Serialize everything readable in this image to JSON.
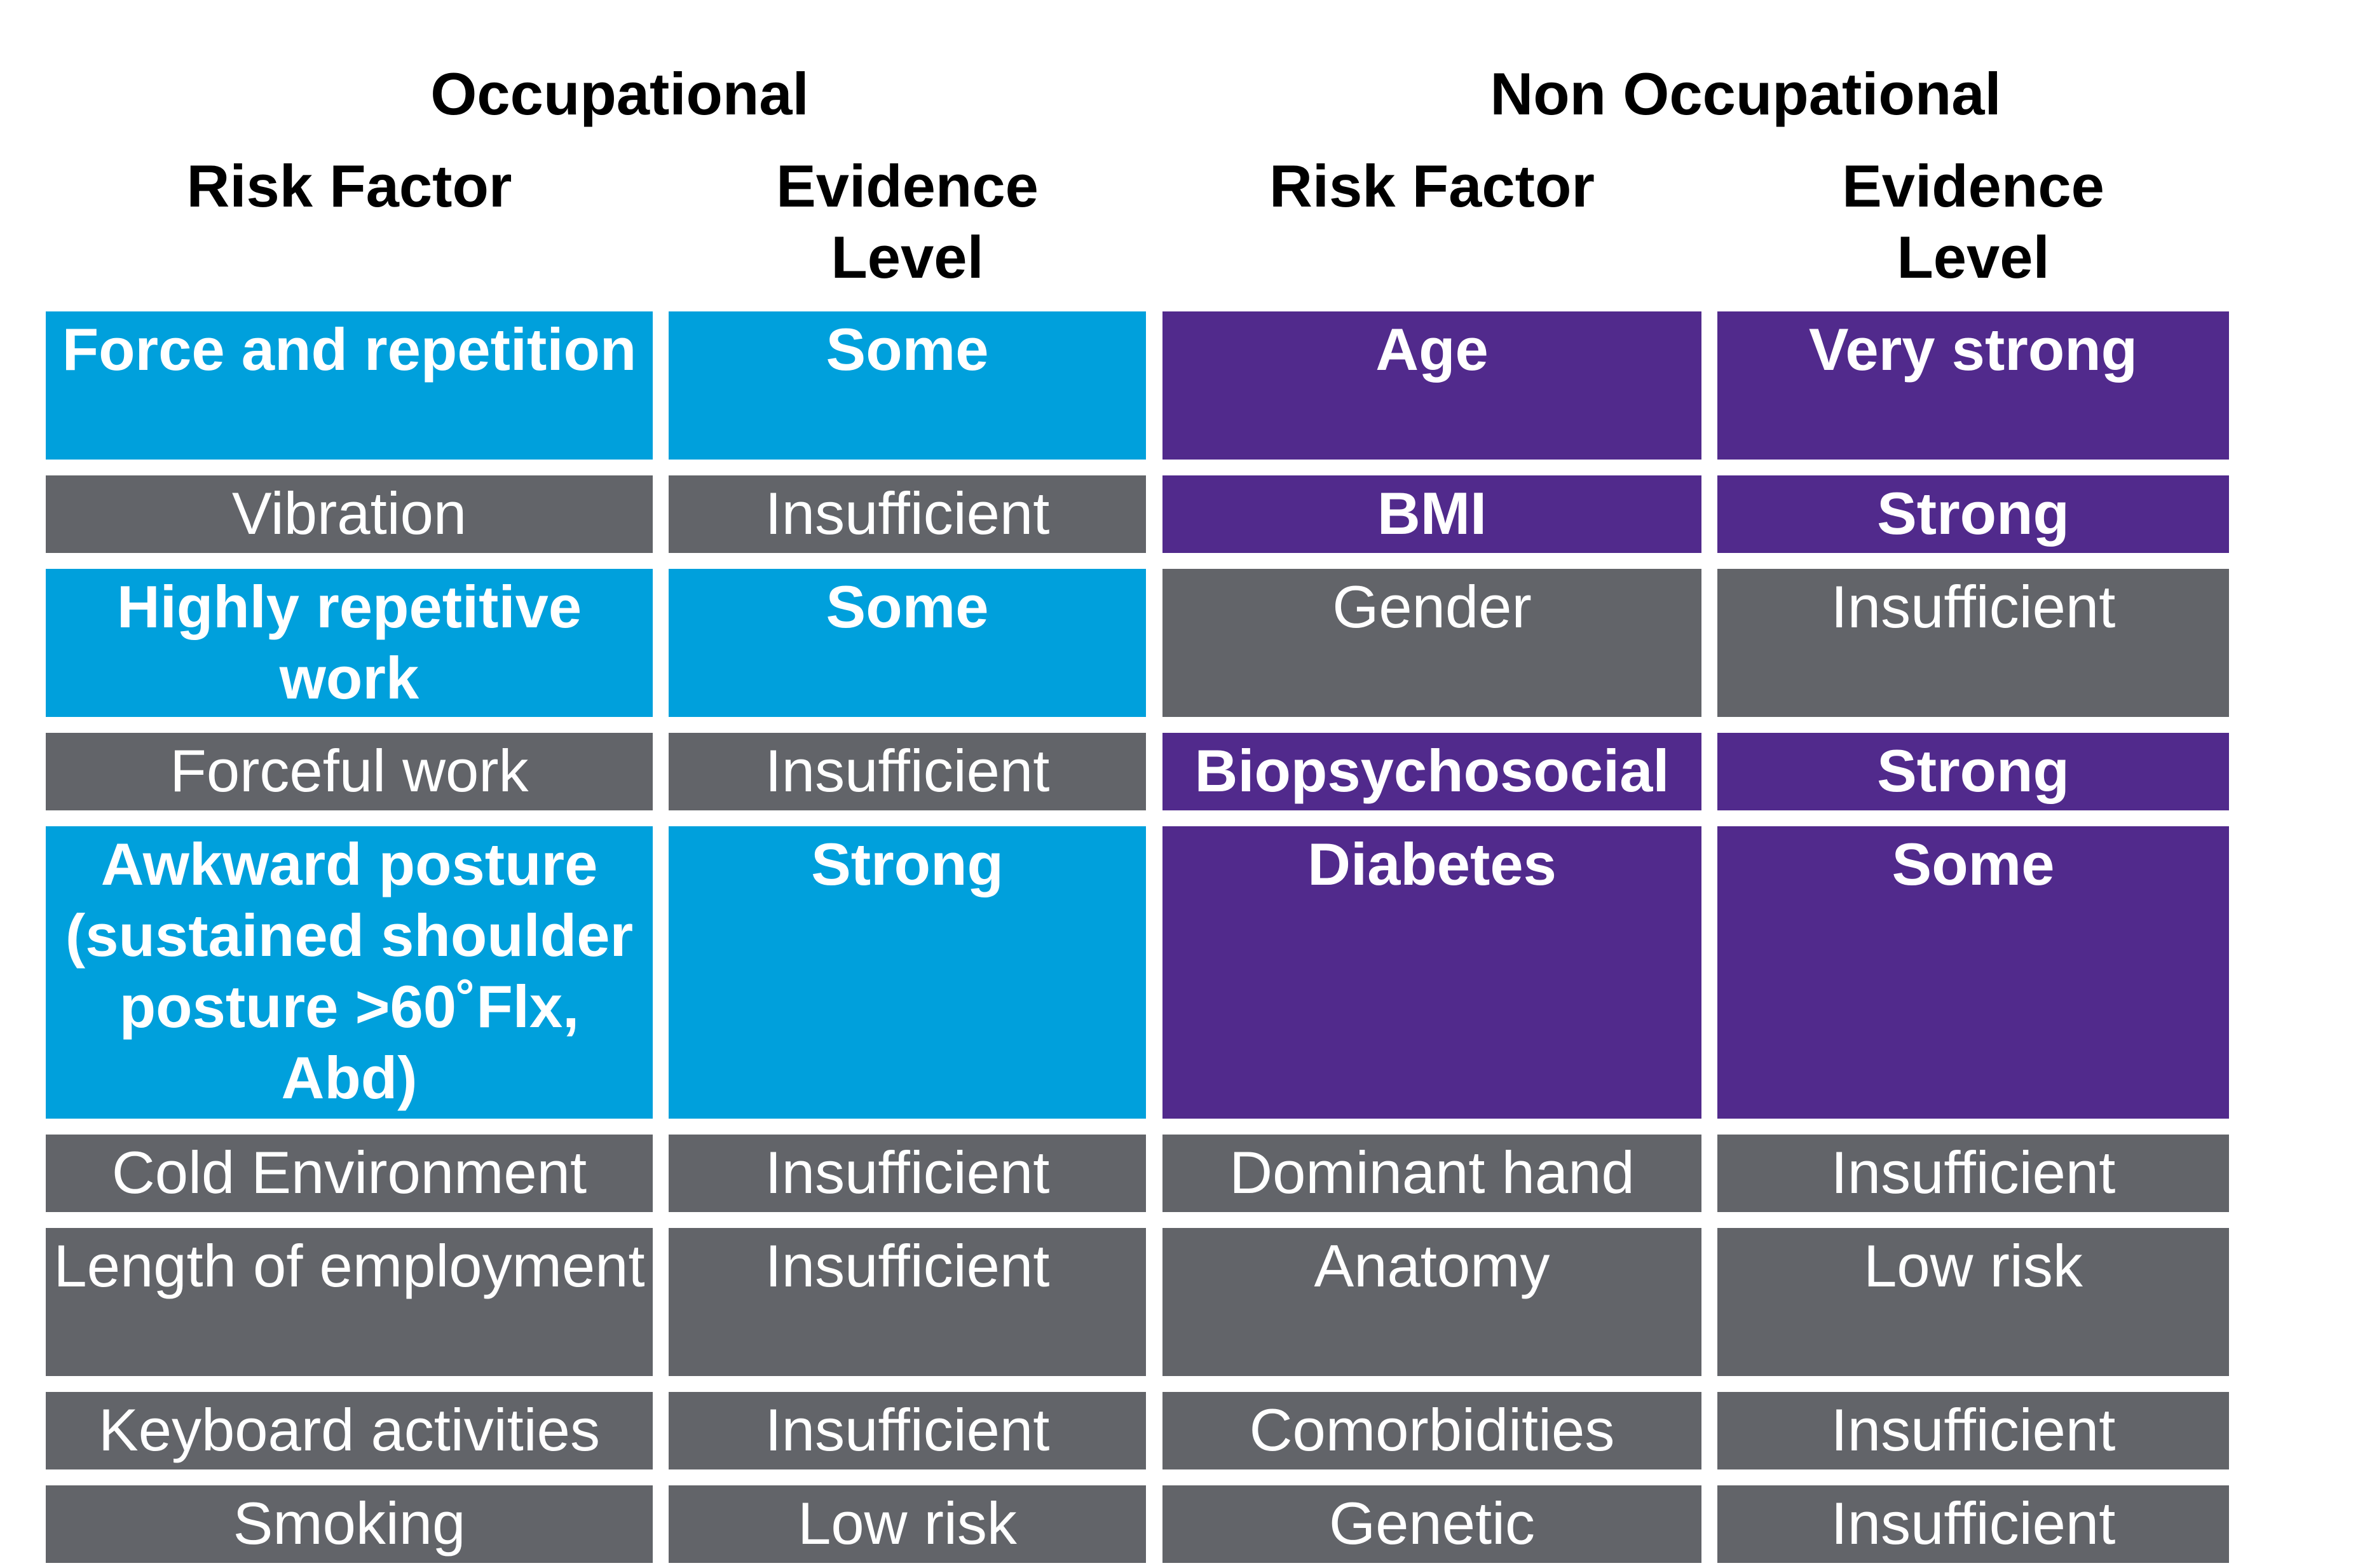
{
  "headers": {
    "occupational": "Occupational",
    "non_occupational": "Non Occupational",
    "occ_risk_factor": "Risk Factor",
    "occ_evidence_level": "Evidence Level",
    "nonocc_risk_factor": "Risk Factor",
    "nonocc_evidence_level": "Evidence Level"
  },
  "colors": {
    "blue": "#00a0dc",
    "gray": "#626469",
    "purple": "#512a8c"
  },
  "rows": [
    {
      "occ_factor": "Force and repetition",
      "occ_level": "Some",
      "occ_style": "blue",
      "non_factor": "Age",
      "non_level": "Very strong",
      "non_style": "purple"
    },
    {
      "occ_factor": "Vibration",
      "occ_level": "Insufficient",
      "occ_style": "gray",
      "non_factor": "BMI",
      "non_level": "Strong",
      "non_style": "purple"
    },
    {
      "occ_factor": "Highly repetitive work",
      "occ_level": "Some",
      "occ_style": "blue",
      "non_factor": "Gender",
      "non_level": "Insufficient",
      "non_style": "gray"
    },
    {
      "occ_factor": "Forceful work",
      "occ_level": "Insufficient",
      "occ_style": "gray",
      "non_factor": "Biopsychosocial",
      "non_level": "Strong",
      "non_style": "purple"
    },
    {
      "occ_factor": "Awkward posture (sustained shoulder posture >60˚Flx, Abd)",
      "occ_level": "Strong",
      "occ_style": "blue",
      "non_factor": "Diabetes",
      "non_level": "Some",
      "non_style": "purple"
    },
    {
      "occ_factor": "Cold Environment",
      "occ_level": "Insufficient",
      "occ_style": "gray",
      "non_factor": "Dominant hand",
      "non_level": "Insufficient",
      "non_style": "gray"
    },
    {
      "occ_factor": "Length of employment",
      "occ_level": "Insufficient",
      "occ_style": "gray",
      "non_factor": "Anatomy",
      "non_level": "Low risk",
      "non_style": "gray"
    },
    {
      "occ_factor": "Keyboard activities",
      "occ_level": "Insufficient",
      "occ_style": "gray",
      "non_factor": "Comorbidities",
      "non_level": "Insufficient",
      "non_style": "gray"
    },
    {
      "occ_factor": "Smoking",
      "occ_level": "Low risk",
      "occ_style": "gray",
      "non_factor": "Genetic",
      "non_level": "Insufficient",
      "non_style": "gray"
    }
  ]
}
